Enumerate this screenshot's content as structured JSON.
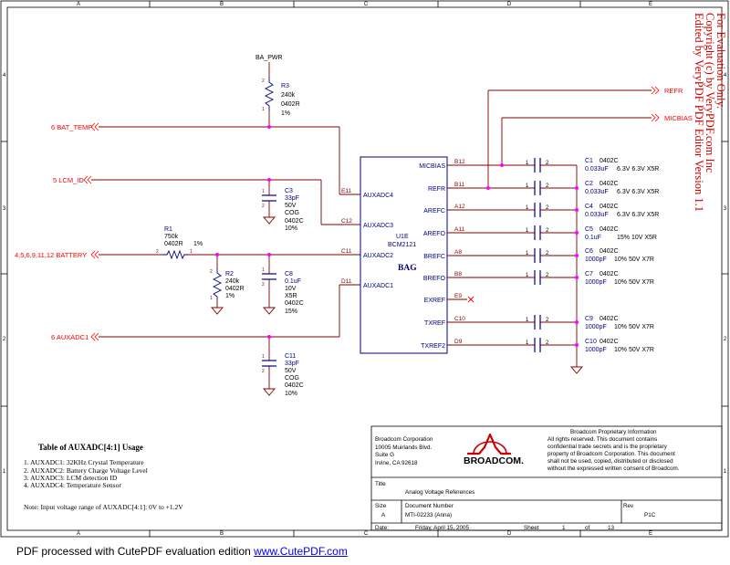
{
  "border": {
    "cols": [
      "A",
      "B",
      "C",
      "D",
      "E"
    ],
    "rows": [
      "4",
      "3",
      "2",
      "1"
    ]
  },
  "watermark": [
    "For Evaluation Only.",
    "Copyright (c) by VeryPDF.com Inc",
    "Edited by VeryPDF PDF Editor Version 1.1"
  ],
  "nets": {
    "ba_pwr": "BA_PWR",
    "bat_temp": "6  BAT_TEMP",
    "lcm_id": "5  LCM_ID",
    "battery": "4,5,6,9,11,12   BATTERY",
    "auxadc1": "6  AUXADC1",
    "refr": "REFR",
    "micbias": "MICBIAS"
  },
  "chip": {
    "ref": "U1E",
    "part": "BCM2121",
    "pkg": "BAG",
    "left_pins": [
      {
        "name": "AUXADC4",
        "num": "E11"
      },
      {
        "name": "AUXADC3",
        "num": "C12"
      },
      {
        "name": "AUXADC2",
        "num": "C11"
      },
      {
        "name": "AUXADC1",
        "num": "D11"
      }
    ],
    "right_pins": [
      {
        "name": "MICBIAS",
        "num": "B12"
      },
      {
        "name": "REFR",
        "num": "B11"
      },
      {
        "name": "AREFC",
        "num": "A12"
      },
      {
        "name": "AREFO",
        "num": "A11"
      },
      {
        "name": "BREFC",
        "num": "A8"
      },
      {
        "name": "BREFO",
        "num": "B8"
      },
      {
        "name": "EXREF",
        "num": "E9"
      },
      {
        "name": "TXREF",
        "num": "C10"
      },
      {
        "name": "TXREF2",
        "num": "D9"
      }
    ]
  },
  "resistors": {
    "r3": {
      "ref": "R3",
      "value": "240k",
      "pkg": "0402R",
      "tol": "1%",
      "p1": "1",
      "p2": "2"
    },
    "r1": {
      "ref": "R1",
      "value": "750k",
      "pkg": "0402R",
      "tol": "1%",
      "p1": "1",
      "p2": "2"
    },
    "r2": {
      "ref": "R2",
      "value": "240k",
      "pkg": "0402R",
      "tol": "1%",
      "p1": "1",
      "p2": "2"
    }
  },
  "left_caps": {
    "c3": {
      "ref": "C3",
      "lines": [
        "33pF",
        "50V",
        "COG",
        "0402C",
        "10%"
      ],
      "p1": "1",
      "p2": "2"
    },
    "c8": {
      "ref": "C8",
      "lines": [
        "0.1uF",
        "10V",
        "X5R",
        "0402C",
        "15%"
      ],
      "p1": "1",
      "p2": "2"
    },
    "c11": {
      "ref": "C11",
      "lines": [
        "33pF",
        "50V",
        "COG",
        "0402C",
        "10%"
      ],
      "p1": "1",
      "p2": "2"
    }
  },
  "right_caps": [
    {
      "ref": "C1",
      "pkg": "0402C",
      "value": "0.033uF",
      "spec": "6.3V 6.3V X5R",
      "p1": "1",
      "p2": "2"
    },
    {
      "ref": "C2",
      "pkg": "0402C",
      "value": "0.033uF",
      "spec": "6.3V 6.3V X5R",
      "p1": "1",
      "p2": "2"
    },
    {
      "ref": "C4",
      "pkg": "0402C",
      "value": "0.033uF",
      "spec": "6.3V 6.3V X5R",
      "p1": "1",
      "p2": "2"
    },
    {
      "ref": "C5",
      "pkg": "0402C",
      "value": "0.1uF",
      "spec": "15% 10V X5R",
      "p1": "1",
      "p2": "2"
    },
    {
      "ref": "C6",
      "pkg": "0402C",
      "value": "1000pF",
      "spec": "10% 50V X7R",
      "p1": "1",
      "p2": "2"
    },
    {
      "ref": "C7",
      "pkg": "0402C",
      "value": "1000pF",
      "spec": "10% 50V X7R",
      "p1": "1",
      "p2": "2"
    },
    {
      "ref": "C9",
      "pkg": "0402C",
      "value": "1000pF",
      "spec": "10% 50V X7R",
      "p1": "1",
      "p2": "2"
    },
    {
      "ref": "C10",
      "pkg": "0402C",
      "value": "1000pF",
      "spec": "10% 50V X7R",
      "p1": "1",
      "p2": "2"
    }
  ],
  "table": {
    "title": "Table of AUXADC[4:1] Usage",
    "items": [
      "1. AUXADC1: 32KHz Crystal Temperature",
      "2. AUXADC2: Battery Charge Voltage Level",
      "3. AUXADC3: LCM detection ID",
      "4. AUXADC4: Temperature Sensor"
    ],
    "note": "Note: Input voltage range of AUXADC[4:1]: 0V to +1.2V"
  },
  "title_block": {
    "address": [
      "Broadcom Corporation",
      "10005 Muirlands Blvd.",
      "Suite G",
      "Irvine, CA 92618"
    ],
    "logo": "BROADCOM.",
    "proprietary_title": "Broadcom Proprietary Information",
    "proprietary_text": [
      "All rights  reserved.  This document contains",
      "confidential trade secrets and is the proprietary",
      "property of Broadcom Corporation.  This document",
      "shall not be used, copied, distributed or disclosed",
      "without the expressed written consent of Broadcom."
    ],
    "title_label": "Title",
    "title": "Analog Voltage References",
    "size_label": "Size",
    "size": "A",
    "docnum_label": "Document Number",
    "docnum": "MTI-02233 (Anna)",
    "rev_label": "Rev",
    "rev": "P1C",
    "date_label": "Date:",
    "date": "Friday, April 15, 2005",
    "sheet_label": "Sheet",
    "sheet": "1",
    "of_label": "of",
    "total": "13"
  },
  "footer": {
    "prefix": "PDF processed with CutePDF evaluation edition ",
    "link": "www.CutePDF.com"
  },
  "colors": {
    "wire": "#800000",
    "net": "#ff0000",
    "pin": "#800000",
    "part": "#000080",
    "dot": "#ff00ff",
    "border": "#000000"
  }
}
